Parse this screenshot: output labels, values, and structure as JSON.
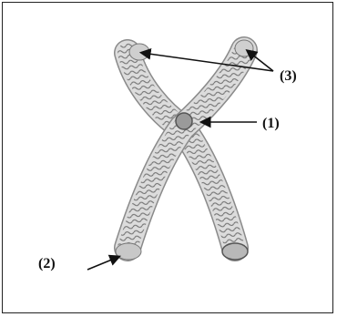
{
  "labels": {
    "one": "(1)",
    "two": "(2)",
    "three": "(3)"
  },
  "colors": {
    "chromatid_fill": "#d9d9d9",
    "chromatid_stroke": "#8a8a8a",
    "coil": "#6f6f6f",
    "arrow": "#111111"
  }
}
